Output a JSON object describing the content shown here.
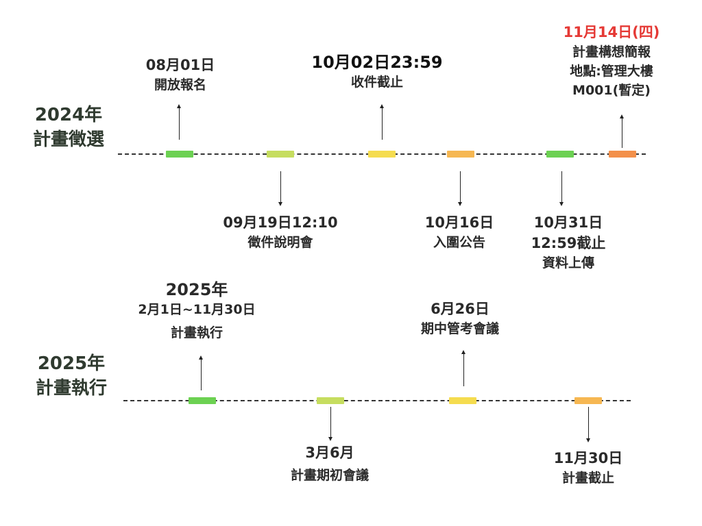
{
  "rows": [
    {
      "title_year": "2024年",
      "title_name": "計畫徵選"
    },
    {
      "title_year": "2025年",
      "title_name": "計畫執行"
    }
  ],
  "events_2024": [
    {
      "lines": [
        "08月01日",
        "開放報名"
      ],
      "color": "#6cd152"
    },
    {
      "lines": [
        "09月19日12:10",
        "徵件說明會"
      ],
      "color": "#c6dd5f"
    },
    {
      "lines": [
        "10月02日23:59",
        "收件截止"
      ],
      "color": "#f5dc4f"
    },
    {
      "lines": [
        "10月16日",
        "入圍公告"
      ],
      "color": "#f6b752"
    },
    {
      "lines": [
        "10月31日",
        "12:59截止",
        "資料上傳"
      ],
      "color": "#6cd152"
    },
    {
      "lines": [
        "11月14日(四)",
        "計畫構想簡報",
        "地點:管理大樓",
        "M001(暫定)"
      ],
      "color": "#f3904a",
      "highlight": "#e53935"
    }
  ],
  "events_2025": [
    {
      "lines": [
        "2025年",
        "2月1日~11月30日",
        "計畫執行"
      ],
      "color": "#6cd152"
    },
    {
      "lines": [
        "3月6月",
        "計畫期初會議"
      ],
      "color": "#c6dd5f"
    },
    {
      "lines": [
        "6月26日",
        "期中管考會議"
      ],
      "color": "#f5dc4f"
    },
    {
      "lines": [
        "11月30日",
        "計畫截止"
      ],
      "color": "#f6b752"
    }
  ]
}
